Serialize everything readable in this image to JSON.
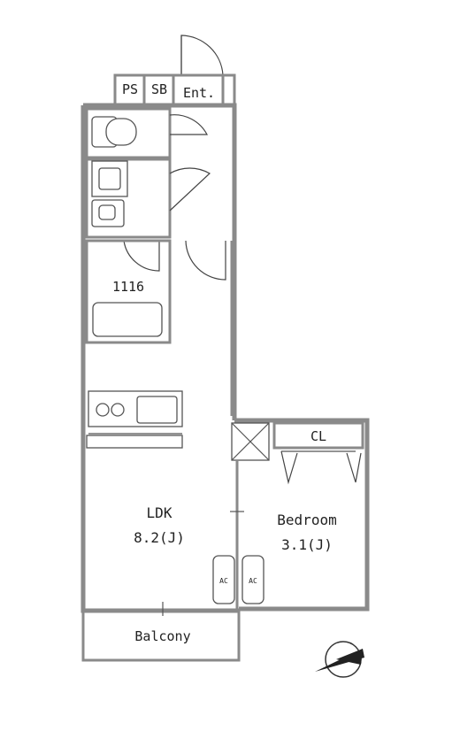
{
  "rooms": {
    "ps": "PS",
    "sb": "SB",
    "entrance": "Ent.",
    "bath": "1116",
    "ldk_name": "LDK",
    "ldk_size": "8.2(J)",
    "bedroom_name": "Bedroom",
    "bedroom_size": "3.1(J)",
    "closet": "CL",
    "balcony": "Balcony",
    "ac_left": "AC",
    "ac_right": "AC"
  },
  "icons": {
    "compass": "north-arrow-icon"
  },
  "colors": {
    "wall": "#8a8a8a",
    "line": "#555555"
  }
}
